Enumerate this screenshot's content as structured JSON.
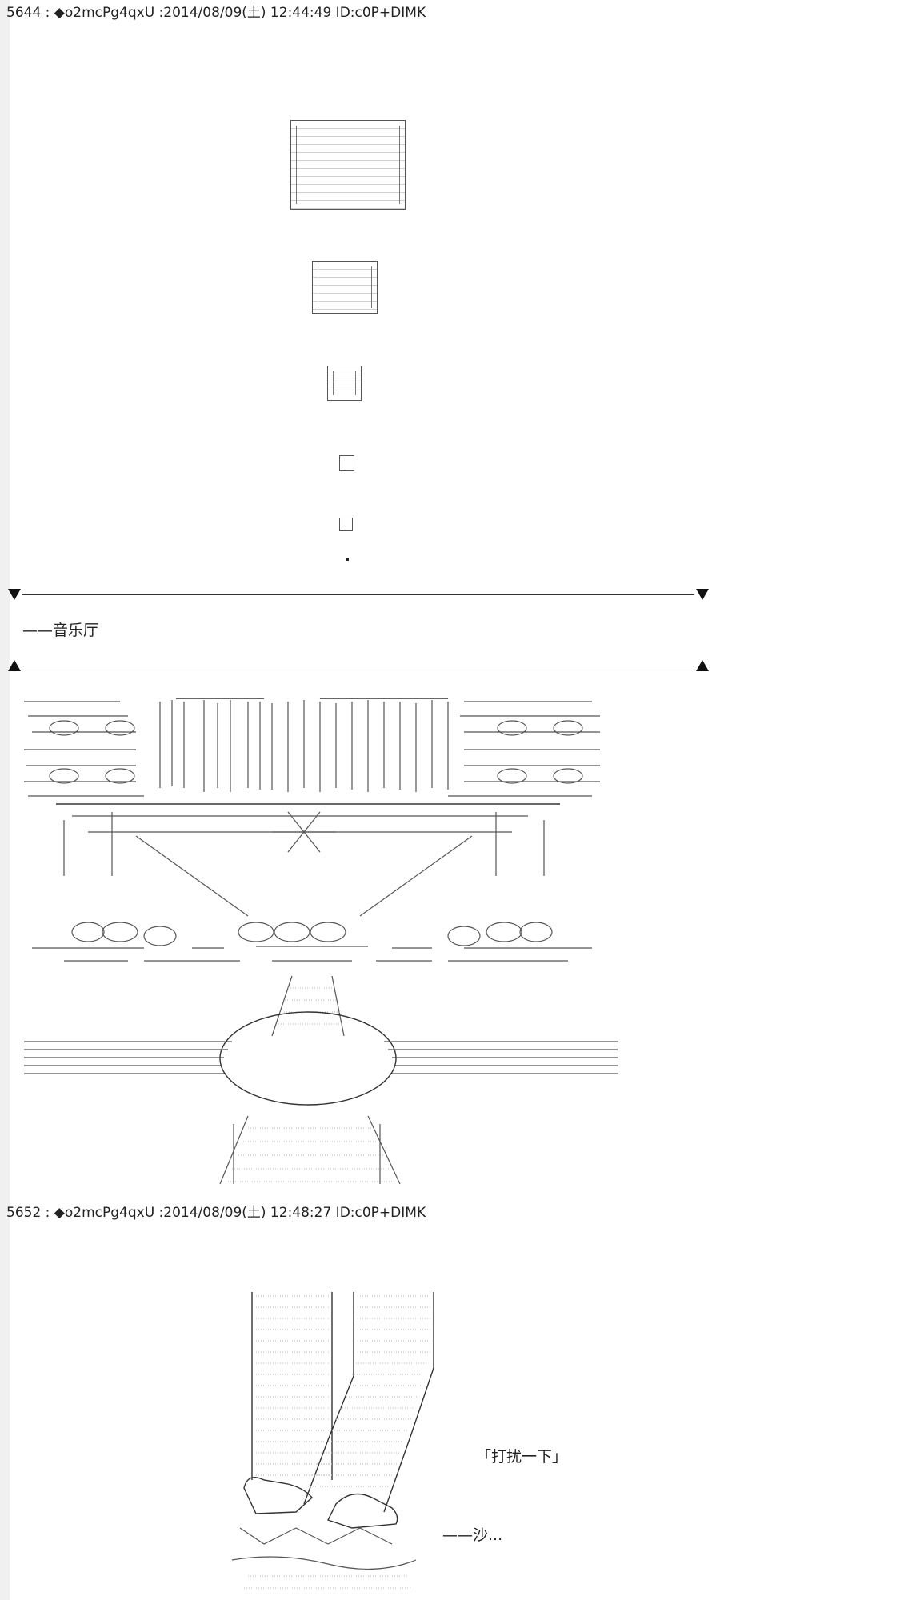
{
  "posts": [
    {
      "number": "5644",
      "header": "5644 : ◆o2mcPg4qxU :2014/08/09(土) 12:44:49 ID:c0P+DIMK"
    },
    {
      "number": "5652",
      "header": "5652 : ◆o2mcPg4qxU :2014/08/09(土) 12:48:27 ID:c0P+DIMK"
    }
  ],
  "scene_caption": "——音乐厅",
  "dialogue": {
    "line": "「打扰一下」",
    "sound": "——沙..."
  },
  "icons": {
    "separator_top": "down-triangle-icon",
    "separator_bottom": "up-triangle-icon"
  },
  "colors": {
    "background": "#ffffff",
    "text": "#222222",
    "line": "#555555"
  }
}
